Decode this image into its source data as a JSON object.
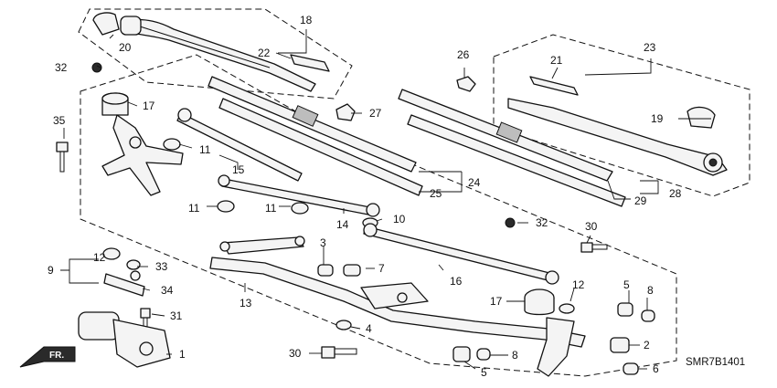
{
  "diagram_code": "SMR7B1401",
  "direction_label": "FR.",
  "callouts": [
    {
      "id": "c18",
      "text": "18"
    },
    {
      "id": "c20",
      "text": "20"
    },
    {
      "id": "c22",
      "text": "22"
    },
    {
      "id": "c32a",
      "text": "32"
    },
    {
      "id": "c17a",
      "text": "17"
    },
    {
      "id": "c35",
      "text": "35"
    },
    {
      "id": "c11a",
      "text": "11"
    },
    {
      "id": "c15",
      "text": "15"
    },
    {
      "id": "c27",
      "text": "27"
    },
    {
      "id": "c26",
      "text": "26"
    },
    {
      "id": "c21",
      "text": "21"
    },
    {
      "id": "c23",
      "text": "23"
    },
    {
      "id": "c19",
      "text": "19"
    },
    {
      "id": "c24",
      "text": "24"
    },
    {
      "id": "c25",
      "text": "25"
    },
    {
      "id": "c28",
      "text": "28"
    },
    {
      "id": "c29",
      "text": "29"
    },
    {
      "id": "c11b",
      "text": "11"
    },
    {
      "id": "c11c",
      "text": "11"
    },
    {
      "id": "c14",
      "text": "14"
    },
    {
      "id": "c10",
      "text": "10"
    },
    {
      "id": "c32b",
      "text": "32"
    },
    {
      "id": "c30a",
      "text": "30"
    },
    {
      "id": "c3",
      "text": "3"
    },
    {
      "id": "c7",
      "text": "7"
    },
    {
      "id": "c16",
      "text": "16"
    },
    {
      "id": "c12a",
      "text": "12"
    },
    {
      "id": "c9",
      "text": "9"
    },
    {
      "id": "c33",
      "text": "33"
    },
    {
      "id": "c34",
      "text": "34"
    },
    {
      "id": "c13",
      "text": "13"
    },
    {
      "id": "c17b",
      "text": "17"
    },
    {
      "id": "c12b",
      "text": "12"
    },
    {
      "id": "c5a",
      "text": "5"
    },
    {
      "id": "c8a",
      "text": "8"
    },
    {
      "id": "c31",
      "text": "31"
    },
    {
      "id": "c4",
      "text": "4"
    },
    {
      "id": "c1",
      "text": "1"
    },
    {
      "id": "c30b",
      "text": "30"
    },
    {
      "id": "c8b",
      "text": "8"
    },
    {
      "id": "c5b",
      "text": "5"
    },
    {
      "id": "c2",
      "text": "2"
    },
    {
      "id": "c6",
      "text": "6"
    }
  ]
}
